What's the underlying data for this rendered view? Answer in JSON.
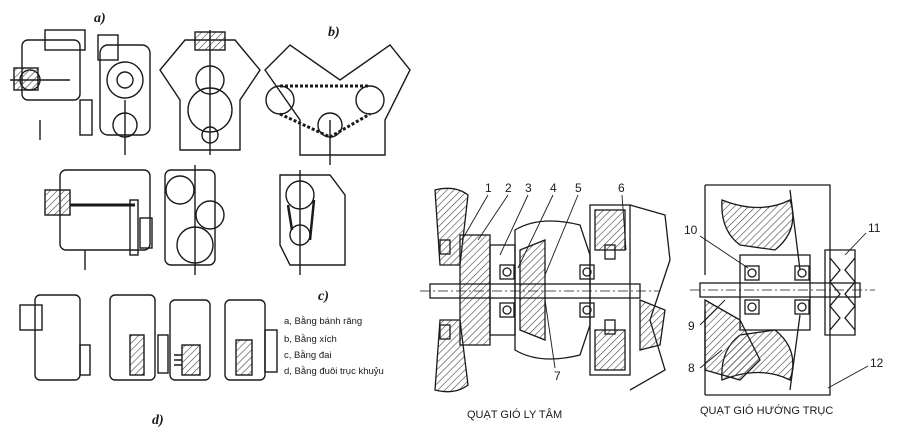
{
  "left_figure": {
    "labels": {
      "a": "a)",
      "b": "b)",
      "c": "c)",
      "d": "d)"
    },
    "legend": [
      "a, Bằng bánh răng",
      "b, Bằng xích",
      "c, Bằng đai",
      "d, Bằng đuôi trục khuỷu"
    ]
  },
  "centrifugal_fan": {
    "caption": "QUẠT GIÓ LY TÂM",
    "callouts": [
      "1",
      "2",
      "3",
      "4",
      "5",
      "6",
      "7"
    ]
  },
  "axial_fan": {
    "caption": "QUẠT GIÓ HƯỚNG TRỤC",
    "callouts": [
      "10",
      "11",
      "9",
      "8",
      "12"
    ]
  },
  "colors": {
    "line": "#1a1a1a",
    "hatch": "#555555",
    "background": "#ffffff"
  }
}
